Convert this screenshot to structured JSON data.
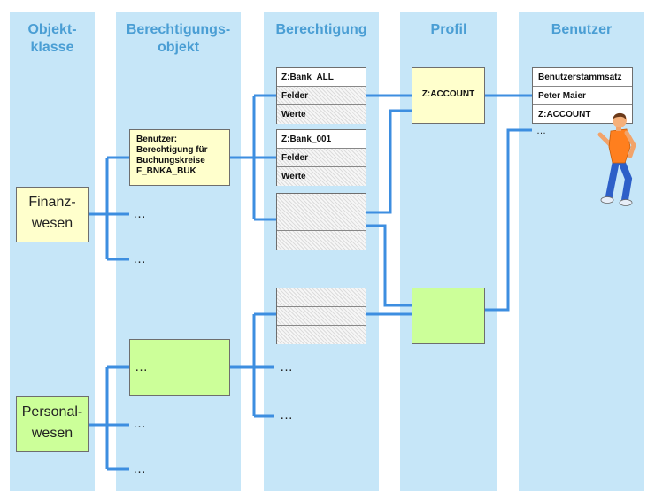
{
  "columns": {
    "objektklasse": [
      "Objekt-",
      "klasse"
    ],
    "berechtigungsobjekt": [
      "Berechtigungs-",
      "objekt"
    ],
    "berechtigung": "Berechtigung",
    "profil": "Profil",
    "benutzer": "Benutzer"
  },
  "objektklassen": {
    "finanzwesen": [
      "Finanz-",
      "wesen"
    ],
    "personalwesen": [
      "Personal-",
      "wesen"
    ]
  },
  "berechtigungsobjekt": {
    "lines": [
      "Benutzer:",
      "Berechtigung für",
      "Buchungskreise",
      "F_BNKA_BUK"
    ],
    "ellipsis": "…"
  },
  "berechtigungen": [
    {
      "name": "Z:Bank_ALL",
      "fields": "Felder",
      "values": "Werte"
    },
    {
      "name": "Z:Bank_001",
      "fields": "Felder",
      "values": "Werte"
    }
  ],
  "profil": {
    "name": "Z:ACCOUNT"
  },
  "benutzer": {
    "rows": [
      "Benutzerstammsatz",
      "Peter Maier",
      "Z:ACCOUNT"
    ],
    "more": "…"
  },
  "ellipsis": "…",
  "colors": {
    "column": "#c6e6f8",
    "title": "#4a9ed4",
    "line": "#3d8ee0",
    "yellow": "#ffffcc",
    "green": "#ccff99"
  }
}
